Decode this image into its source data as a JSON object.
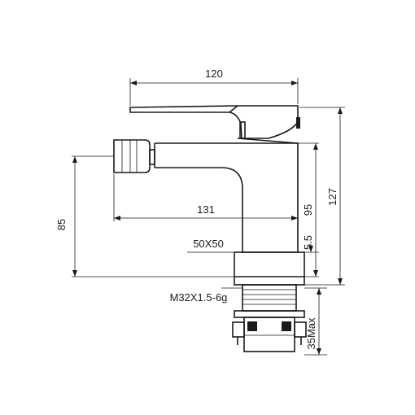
{
  "dimensions": {
    "overall_length": "120",
    "spout_reach": "131",
    "spout_height": "85",
    "outlet_height": "95",
    "total_height": "127",
    "base_size": "50X50",
    "base_thickness": "5.5",
    "thread": "M32X1.5-6g",
    "max_deck": "35Max"
  },
  "colors": {
    "line": "#1a1a1a",
    "background": "#ffffff"
  }
}
